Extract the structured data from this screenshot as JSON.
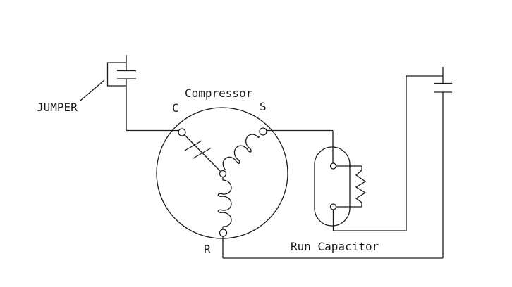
{
  "labels": {
    "jumper": "JUMPER",
    "compressor": "Compressor",
    "terminal_c": "C",
    "terminal_s": "S",
    "terminal_r": "R",
    "run_capacitor": "Run Capacitor"
  },
  "colors": {
    "line": "#1a1a1a",
    "background": "#ffffff"
  }
}
